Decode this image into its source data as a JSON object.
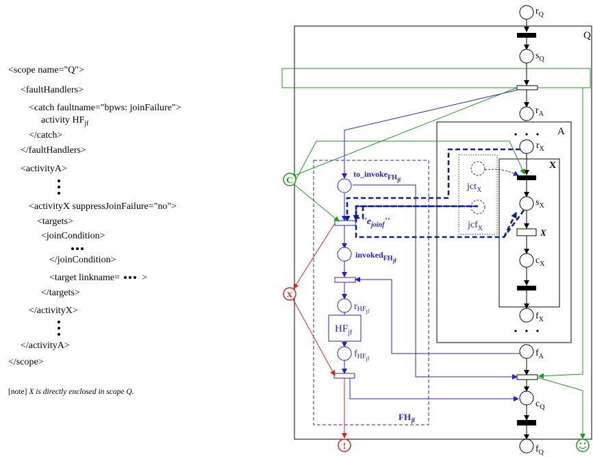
{
  "code": {
    "lines": [
      "<scope name=\"Q\">",
      "<faultHandlers>",
      "<catch faultname=\"bpws: joinFailure\">",
      "activity HF",
      "</catch>",
      "</faultHandlers>",
      "<activityA>",
      "<activityX suppressJoinFailure=\"no\">",
      "<targets>",
      "<joinCondition>",
      "</joinCondition>",
      "<target linkname=",
      "</targets>",
      "</activityX>",
      "</activityA>",
      "</scope>"
    ],
    "hf_subscript": "jf",
    "target_tail": ">",
    "note_prefix": "[note]",
    "note_text": "X is directly enclosed in scope Q."
  },
  "net": {
    "scope_label": "Q",
    "activity_a_label": "A",
    "activity_x_label": "X",
    "places": {
      "rQ": [
        "r",
        "Q"
      ],
      "sQ": [
        "s",
        "Q"
      ],
      "rA": [
        "r",
        "A"
      ],
      "rX": [
        "r",
        "X"
      ],
      "sX": [
        "s",
        "X"
      ],
      "cX": [
        "c",
        "X"
      ],
      "fX": [
        "f",
        "X"
      ],
      "fA": [
        "f",
        "A"
      ],
      "cQ": [
        "c",
        "Q"
      ],
      "fQ": [
        "f",
        "Q"
      ],
      "jctX": [
        "jct",
        "X"
      ],
      "jcfX": [
        "jcf",
        "X"
      ]
    },
    "fh": {
      "to_invoke": [
        "to_invoke",
        "FH",
        "jf"
      ],
      "invoked": [
        "invoked",
        "FH",
        "jf"
      ],
      "r_hf": [
        "r",
        "HF",
        "jf"
      ],
      "f_hf": [
        "f",
        "HF",
        "jf"
      ],
      "hf_box": [
        "HF",
        "jf"
      ],
      "fh_label": [
        "FH",
        "jf"
      ],
      "e_joinf": [
        "''e",
        "joinf",
        "''"
      ]
    },
    "x_transition_label": "X",
    "symbols": {
      "compensate": "C",
      "fault": "X",
      "throw": "!",
      "smile": "☺"
    },
    "colors": {
      "blue": "#2222cc",
      "green": "#1a9a1a",
      "red": "#e02020",
      "navy": "#0a1f8f"
    }
  }
}
